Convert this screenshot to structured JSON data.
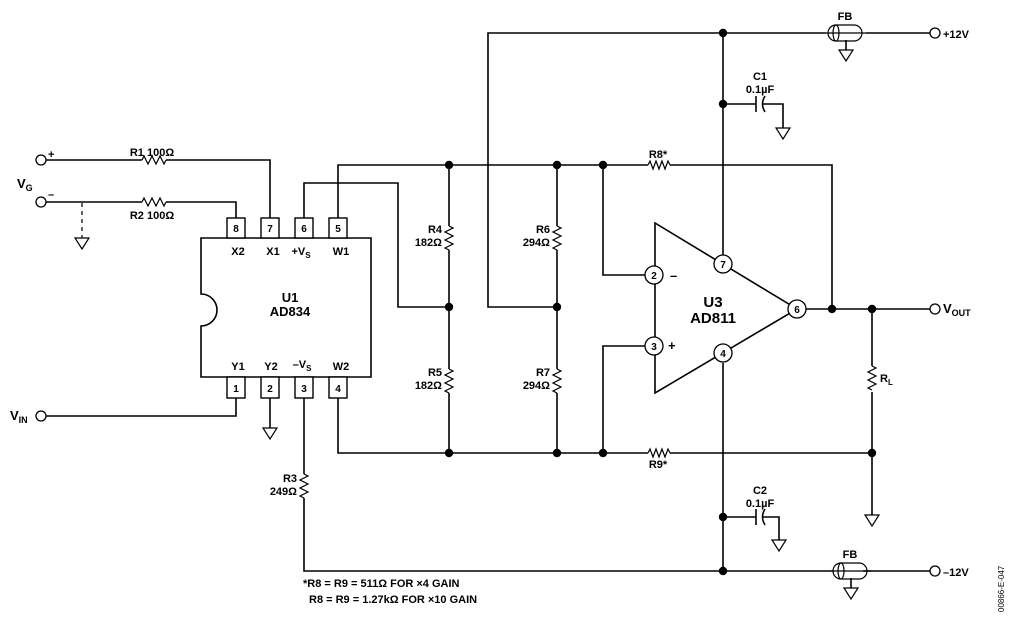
{
  "labels": {
    "vg": "V",
    "vg_sub": "G",
    "vg_plus": "+",
    "vg_minus": "–",
    "vin": "V",
    "vin_sub": "IN",
    "vout": "V",
    "vout_sub": "OUT",
    "plus12": "+12V",
    "minus12": "–12V",
    "rl": "R",
    "rl_sub": "L"
  },
  "components": {
    "r1": "R1 100Ω",
    "r2": "R2 100Ω",
    "r3_name": "R3",
    "r3_val": "249Ω",
    "r4_name": "R4",
    "r4_val": "182Ω",
    "r5_name": "R5",
    "r5_val": "182Ω",
    "r6_name": "R6",
    "r6_val": "294Ω",
    "r7_name": "R7",
    "r7_val": "294Ω",
    "r8": "R8*",
    "r9": "R9*",
    "c1_name": "C1",
    "c1_val": "0.1µF",
    "c2_name": "C2",
    "c2_val": "0.1µF",
    "fb_top": "FB",
    "fb_bottom": "FB"
  },
  "u1": {
    "name": "U1",
    "part": "AD834",
    "top_pins": [
      {
        "num": "8",
        "label": "X2"
      },
      {
        "num": "7",
        "label": "X1"
      },
      {
        "num": "6",
        "label": "+V",
        "sub": "S"
      },
      {
        "num": "5",
        "label": "W1"
      }
    ],
    "bottom_pins": [
      {
        "num": "1",
        "label": "Y1"
      },
      {
        "num": "2",
        "label": "Y2"
      },
      {
        "num": "3",
        "label": "–V",
        "sub": "S"
      },
      {
        "num": "4",
        "label": "W2"
      }
    ]
  },
  "u3": {
    "name": "U3",
    "part": "AD811",
    "pins": {
      "inv": "2",
      "inv_sign": "–",
      "noninv": "3",
      "noninv_sign": "+",
      "vpos": "7",
      "vneg": "4",
      "out": "6"
    }
  },
  "notes": {
    "line1": "*R8 = R9 = 511Ω FOR ×4 GAIN",
    "line2": "R8 = R9 = 1.27kΩ FOR ×10 GAIN"
  },
  "figure_code": "00866-E-047"
}
